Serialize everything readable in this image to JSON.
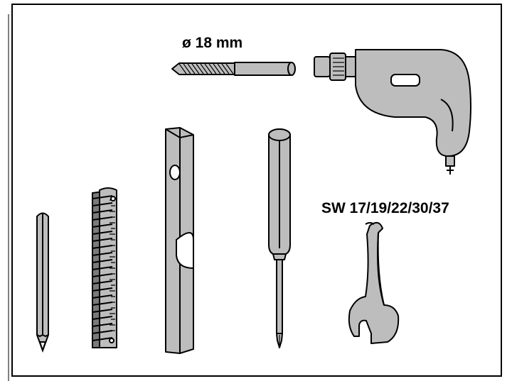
{
  "labels": {
    "drill_bit_size": "ø 18 mm",
    "wrench_sizes": "SW 17/19/22/30/37"
  },
  "tools": [
    {
      "name": "pencil"
    },
    {
      "name": "folding-ruler"
    },
    {
      "name": "spirit-level"
    },
    {
      "name": "screwdriver"
    },
    {
      "name": "open-end-wrench"
    },
    {
      "name": "drill-bit"
    },
    {
      "name": "power-drill"
    }
  ],
  "colors": {
    "tool_fill": "#bdbdbd",
    "tool_dark": "#7a7a7a",
    "outline": "#000000",
    "background": "#ffffff"
  }
}
